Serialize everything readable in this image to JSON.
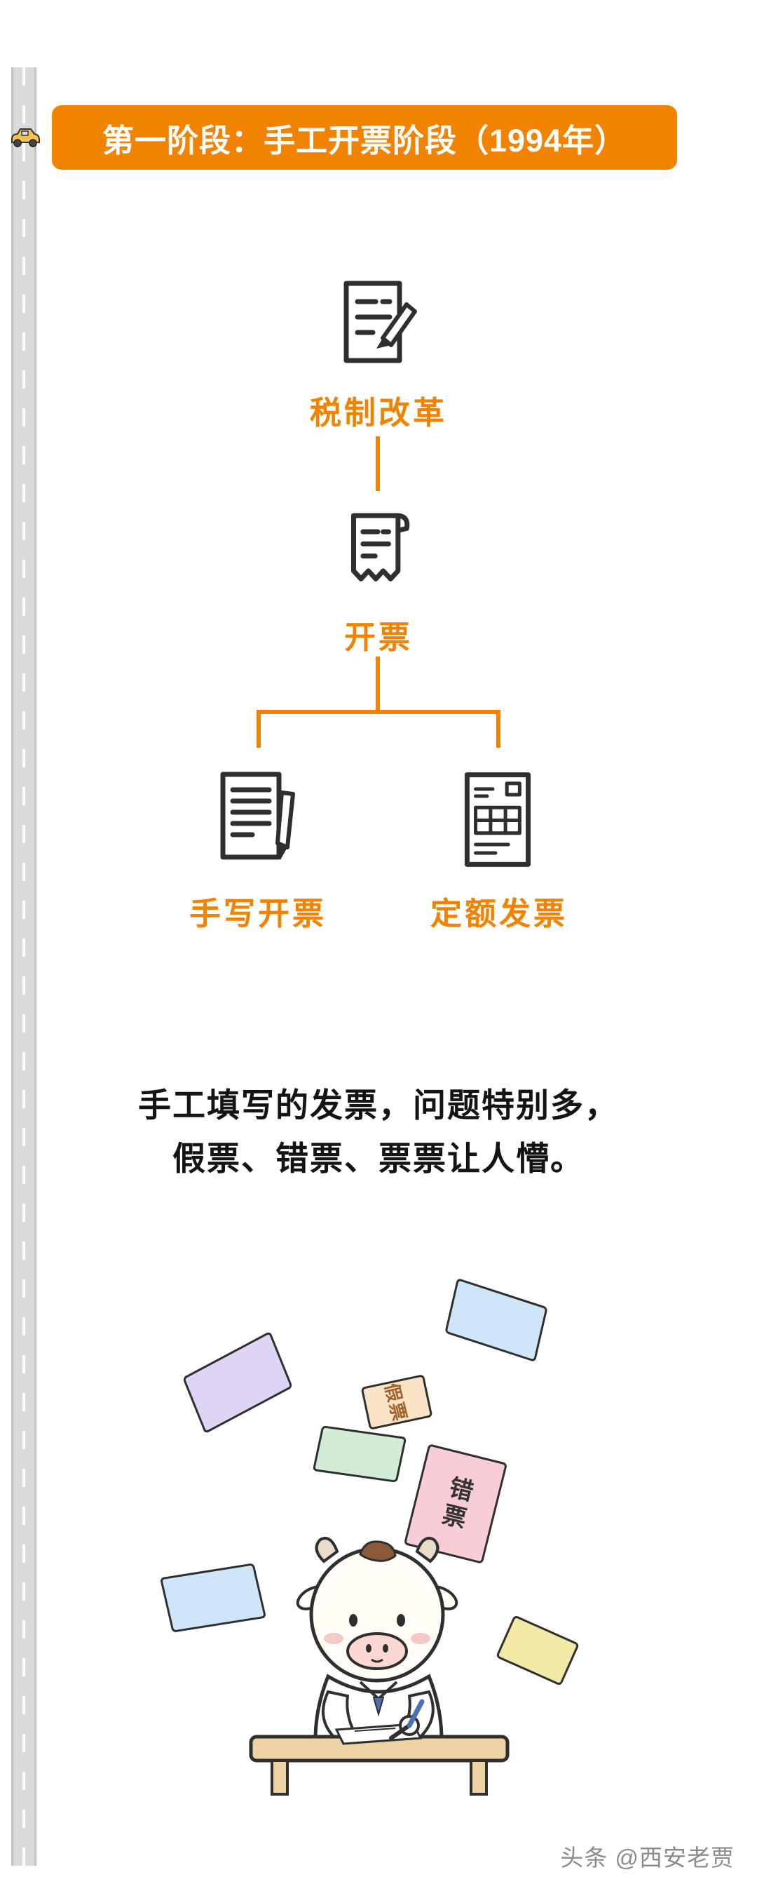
{
  "banner": {
    "label": "第一阶段：手工开票阶段（1994年）",
    "bg_color": "#f28300"
  },
  "flowchart": {
    "node1_label": "税制改革",
    "node2_label": "开票",
    "node3_label": "手写开票",
    "node4_label": "定额发票",
    "connector_color": "#f28300"
  },
  "paragraph": {
    "line1": "手工填写的发票，问题特别多，",
    "line2": "假票、错票、票票让人懵。"
  },
  "illustration": {
    "paper_fake_label": "假票",
    "paper_wrong_label": "错票"
  },
  "watermark": {
    "text": "头条 @西安老贾"
  },
  "icons": {
    "left_edge": "road-graphic",
    "top_left": "car-icon",
    "node1": "document-pencil-icon",
    "node2": "receipt-icon",
    "node3": "document-pen-icon",
    "node4": "form-invoice-icon",
    "bottom": "ox-writing-illustration"
  },
  "colors": {
    "accent": "#f28300",
    "ink": "#2f2f2f",
    "road": "#dadada",
    "watermark": "#8c8c8c"
  }
}
